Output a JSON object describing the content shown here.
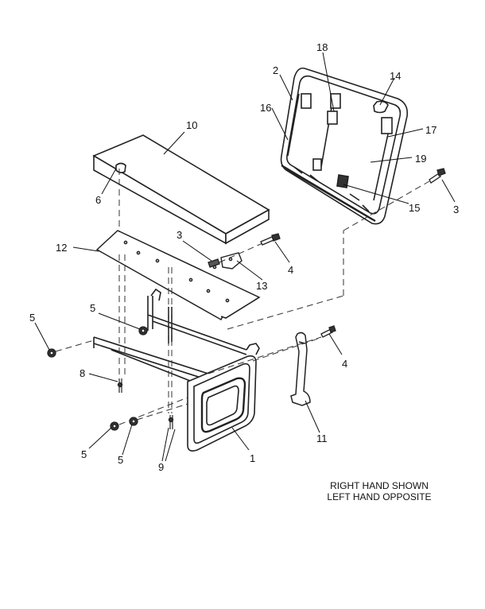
{
  "callouts": {
    "c1": "1",
    "c2": "2",
    "c3a": "3",
    "c3b": "3",
    "c4a": "4",
    "c4b": "4",
    "c5a": "5",
    "c5b": "5",
    "c5c": "5",
    "c5d": "5",
    "c6": "6",
    "c8": "8",
    "c9": "9",
    "c10": "10",
    "c11": "11",
    "c12": "12",
    "c13": "13",
    "c14": "14",
    "c15": "15",
    "c16": "16",
    "c17": "17",
    "c18": "18",
    "c19": "19"
  },
  "note": {
    "line1": "RIGHT HAND SHOWN",
    "line2": "LEFT HAND OPPOSITE"
  }
}
